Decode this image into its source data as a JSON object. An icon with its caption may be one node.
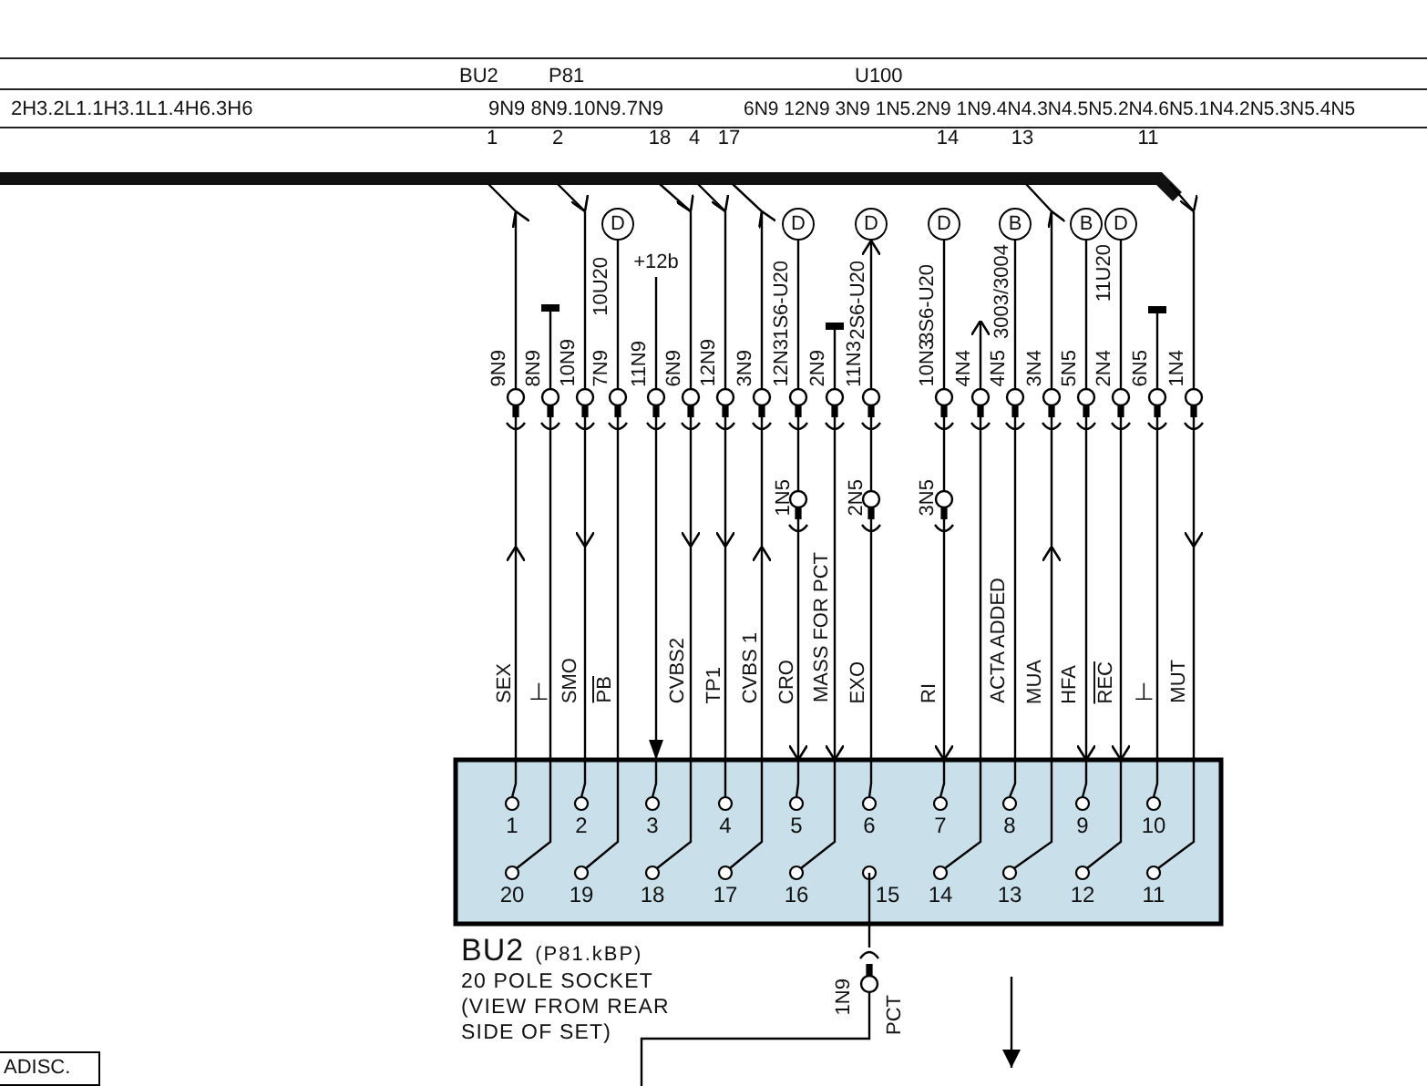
{
  "diagram": {
    "nodes": [
      {
        "text": [
          "BU2",
          "(P81.kBP)",
          "20 POLE SOCKET (VIEW FROM REAR SIDE OF SET)"
        ]
      },
      {
        "text": [
          "D"
        ],
        "beside": [
          "10U20"
        ]
      },
      {
        "text": [
          "D"
        ],
        "beside": [
          "1S6-U20"
        ]
      },
      {
        "text": [
          "D"
        ]
      },
      {
        "text": [
          "D"
        ],
        "beside": [
          "3S6-U20"
        ]
      },
      {
        "text": [
          "B"
        ]
      },
      {
        "text": [
          "B"
        ]
      },
      {
        "text": [
          "D"
        ],
        "beside": [
          "11U20"
        ]
      },
      {
        "text": [
          "ADISC."
        ]
      },
      {
        "text": [
          "+12b"
        ]
      },
      {
        "text": [],
        "shape": "bar"
      },
      {
        "text": [],
        "shape": "bar"
      },
      {
        "text": [],
        "shape": "bar"
      },
      {
        "text": [
          "3003/3004"
        ]
      }
    ],
    "edges": [
      {
        "from": 1,
        "to": 0,
        "arrow": "none"
      },
      {
        "from": 2,
        "to": 0,
        "arrow": "to"
      },
      {
        "from": 0,
        "to": 3,
        "arrow": "to"
      },
      {
        "from": 4,
        "to": 0,
        "arrow": "to"
      },
      {
        "from": 5,
        "to": 0,
        "arrow": "none"
      },
      {
        "from": 6,
        "to": 0,
        "arrow": "to"
      },
      {
        "from": 7,
        "to": 0,
        "arrow": "to"
      },
      {
        "from": 9,
        "to": 0,
        "arrow": "to"
      },
      {
        "from": 10,
        "to": 0,
        "arrow": "none"
      },
      {
        "from": 11,
        "to": 0,
        "arrow": "to"
      },
      {
        "from": 12,
        "to": 0,
        "arrow": "none"
      },
      {
        "from": 0,
        "to": 13,
        "arrow": "to"
      }
    ],
    "labels": [
      "BU2",
      "P81",
      "U100",
      "2H3.2L1.1H3.1L1.4H6.3H6",
      "9N9 8N9.10N9.7N9",
      "6N9 12N9 3N9 1N5.2N9 1N9.4N4.3N4.5N5.2N4.6N5.1N4.2N5.3N5.4N5",
      "1",
      "2",
      "18",
      "4",
      "17",
      "14",
      "13",
      "11",
      "9N9",
      "8N9",
      "10N9",
      "7N9",
      "11N9",
      "6N9",
      "12N9",
      "3N9",
      "12N3",
      "2N9",
      "11N3",
      "10N3",
      "4N4",
      "4N5",
      "3N4",
      "5N5",
      "2N4",
      "6N5",
      "1N4",
      "1N5",
      "2N5",
      "3N5",
      "SEX",
      "⊥",
      "SMO",
      "PB",
      "CVBS2",
      "TP1",
      "CVBS 1",
      "CRO",
      "MASS FOR PCT",
      "EXO",
      "RI",
      "ACTA ADDED",
      "MUA",
      "HFA",
      "REC",
      "⊥",
      "MUT",
      "1",
      "2",
      "3",
      "4",
      "5",
      "6",
      "7",
      "8",
      "9",
      "10",
      "20",
      "19",
      "18",
      "17",
      "16",
      "15",
      "14",
      "13",
      "12",
      "11",
      "1N9",
      "PCT",
      "2S6-U20"
    ]
  }
}
